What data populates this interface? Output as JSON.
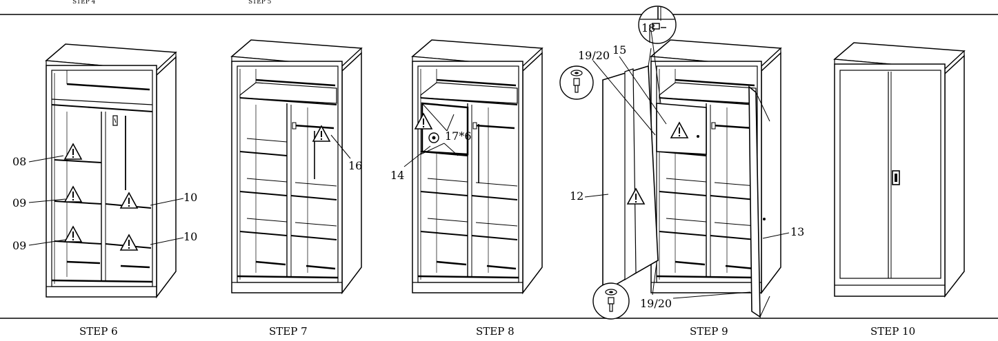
{
  "header": {
    "prev_step_a": "STEP 4",
    "prev_step_b": "STEP 5"
  },
  "steps": [
    {
      "caption": "STEP 6",
      "callouts": [
        "08",
        "09",
        "09",
        "10",
        "10"
      ]
    },
    {
      "caption": "STEP 7",
      "callouts": [
        "16"
      ]
    },
    {
      "caption": "STEP 8",
      "callouts": [
        "14",
        "17*6"
      ]
    },
    {
      "caption": "STEP 9",
      "callouts": [
        "19/20",
        "15",
        "18",
        "12",
        "13",
        "19/20"
      ]
    },
    {
      "caption": "STEP 10",
      "callouts": []
    }
  ],
  "colors": {
    "line": "#000000",
    "background": "#ffffff"
  },
  "icons": [
    "warning-triangle-icon",
    "hinge-pin-icon",
    "door-handle-icon"
  ]
}
